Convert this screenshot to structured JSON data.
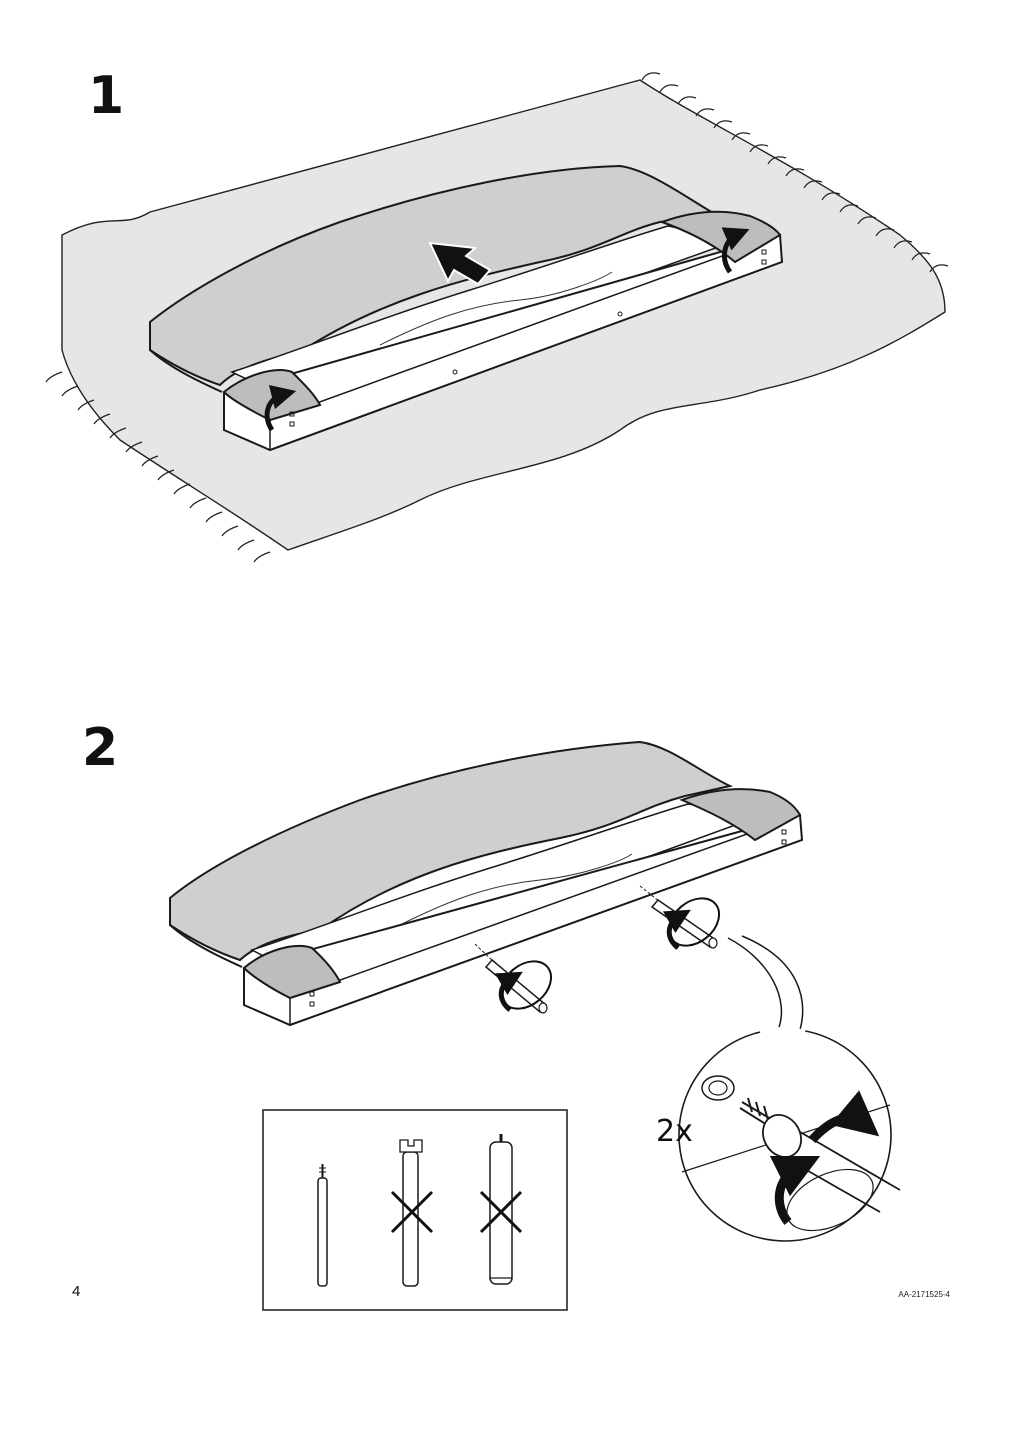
{
  "steps": [
    {
      "number": "1"
    },
    {
      "number": "2",
      "detail_quantity": "2x"
    }
  ],
  "footer": {
    "page_number": "4",
    "document_code": "AA-2171525-4"
  },
  "colors": {
    "line": "#1a1a1a",
    "rug": "#e6e6e6",
    "fabric": "#d0d0d0",
    "background": "#ffffff"
  },
  "icons": [
    "arrow-push-icon",
    "rotate-arrow-icon",
    "cross-icon"
  ]
}
